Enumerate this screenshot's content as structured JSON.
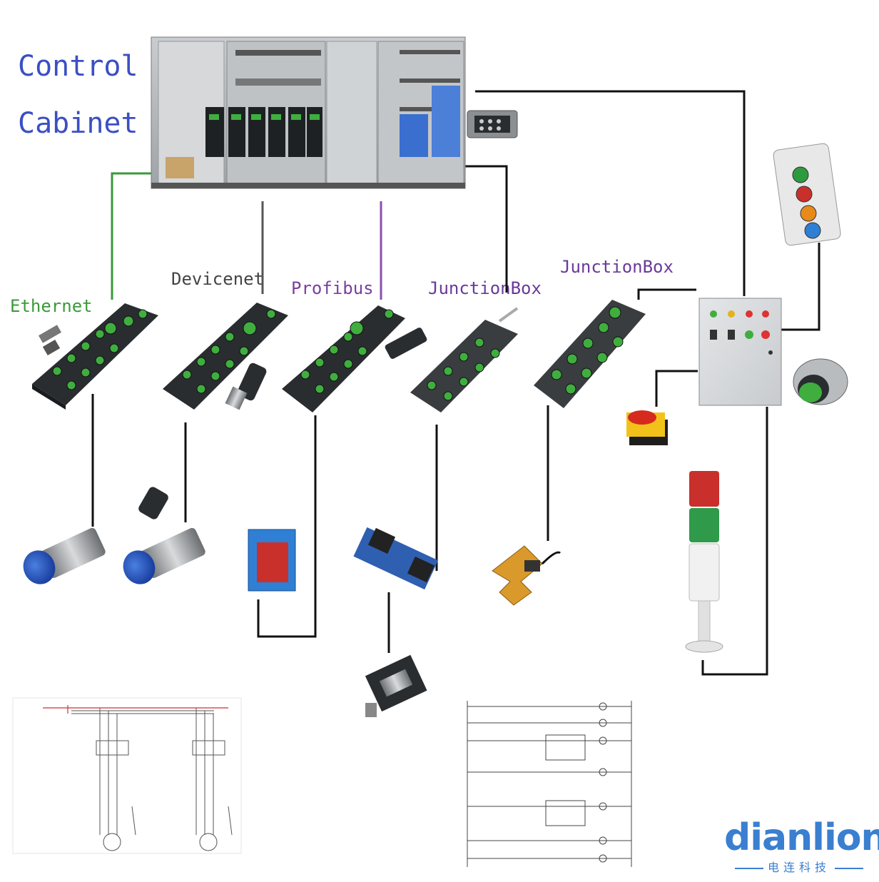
{
  "labels": {
    "control_line1": "Control",
    "control_line2": "Cabinet",
    "ethernet": "Ethernet",
    "devicenet": "Devicenet",
    "profibus": "Profibus",
    "junctionbox_1": "JunctionBox",
    "junctionbox_2": "JunctionBox"
  },
  "brand": {
    "name": "dianlion",
    "subtitle": "电连科技"
  },
  "colors": {
    "control_label": "#3b4fc4",
    "ethernet": "#3a9a3a",
    "devicenet": "#444444",
    "profibus": "#7a3fa0",
    "junctionbox": "#6a3a9a",
    "wire": "#111111",
    "ethernet_wire": "#3a9a3a",
    "profibus_wire": "#8a4fb0",
    "module_body": "#2a2d30",
    "port_green": "#3fae3f",
    "brand": "#3a7fd0"
  }
}
